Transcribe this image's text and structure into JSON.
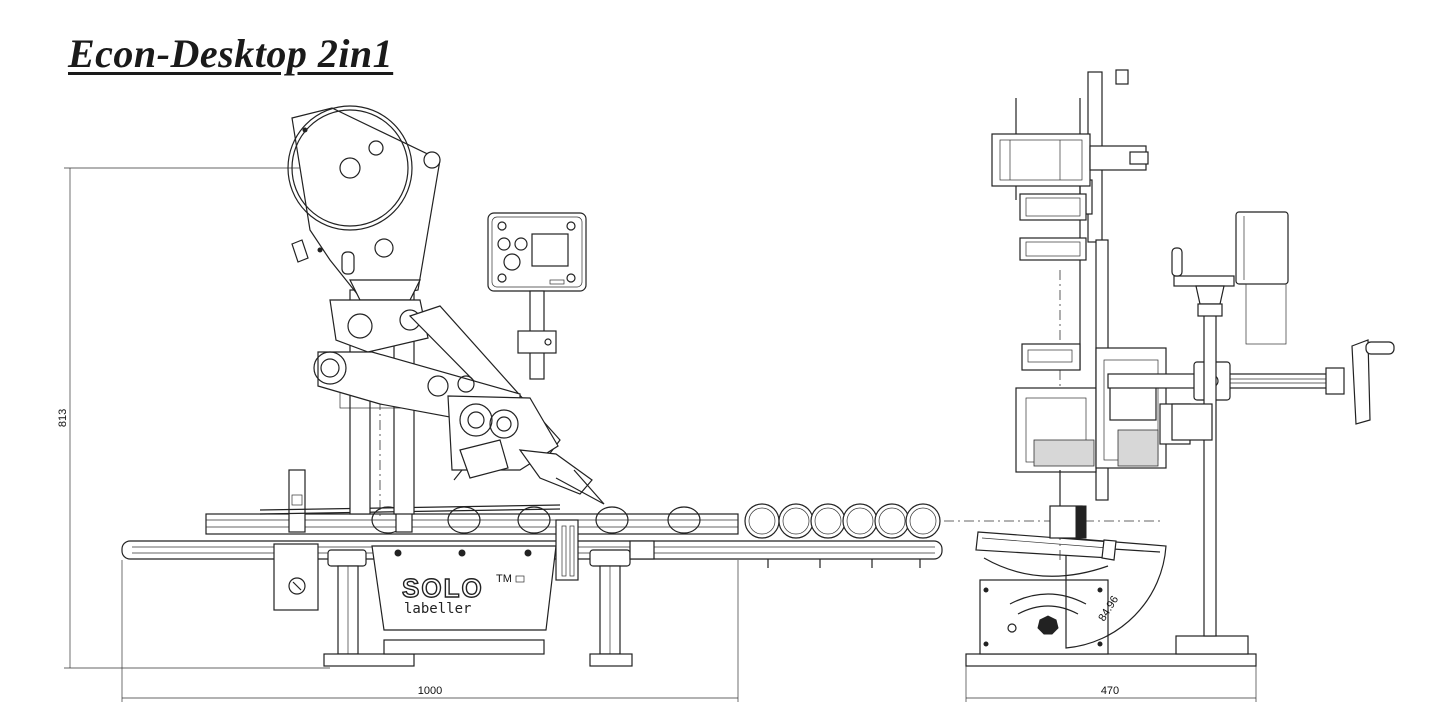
{
  "title": "Econ-Desktop 2in1",
  "dimensions": {
    "front_height": "813",
    "front_width": "1000",
    "side_width": "470",
    "tilt_angle": "84.96"
  },
  "logo": {
    "brand": "SOLO",
    "trademark": "TM",
    "sub": "labeller"
  }
}
